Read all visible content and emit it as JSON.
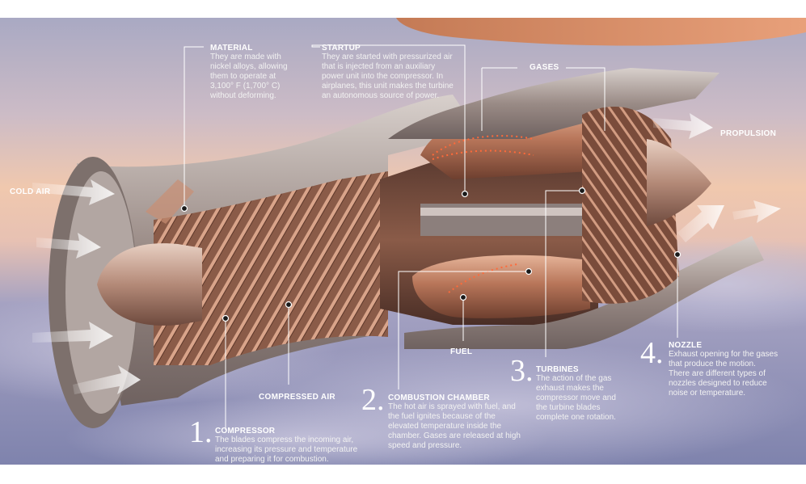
{
  "labels": {
    "material": {
      "title": "MATERIAL",
      "body": [
        "They are made with",
        "nickel alloys, allowing",
        "them to operate at",
        "3,100° F (1,700° C)",
        "without deforming."
      ]
    },
    "startup": {
      "title": "STARTUP",
      "body": [
        "They are started with pressurized air",
        "that is injected from an auxiliary",
        "power unit into the compressor. In",
        "airplanes, this unit makes the turbine",
        "an autonomous source of power."
      ]
    },
    "gases": "GASES",
    "propulsion": "PROPULSION",
    "cold_air": "COLD AIR",
    "compressed_air": "COMPRESSED AIR",
    "fuel": "FUEL",
    "compressor": {
      "number": "1.",
      "title": "COMPRESSOR",
      "body": [
        "The blades compress the incoming air,",
        "increasing its pressure and temperature",
        "and preparing it for combustion."
      ]
    },
    "combustion": {
      "number": "2.",
      "title": "COMBUSTION CHAMBER",
      "body": [
        "The hot air is sprayed with fuel, and",
        "the fuel ignites because of the",
        "elevated temperature inside the",
        "chamber. Gases are released at high",
        "speed and pressure."
      ]
    },
    "turbines": {
      "number": "3.",
      "title": "TURBINES",
      "body": [
        "The action of the gas",
        "exhaust makes the",
        "compressor move and",
        "the turbine blades",
        "complete one rotation."
      ]
    },
    "nozzle": {
      "number": "4.",
      "title": "NOZZLE",
      "body": [
        "Exhaust opening for the gases",
        "that produce the motion.",
        "There are different types of",
        "nozzles designed to reduce",
        "noise or temperature."
      ]
    }
  },
  "colors": {
    "sky_top": "#b8b3c8",
    "sky_glow": "#f3c9a3",
    "clouds": "#8e90b4",
    "metal": "#a6938a",
    "copper": "#b8765a",
    "leader": "#ffffff"
  }
}
